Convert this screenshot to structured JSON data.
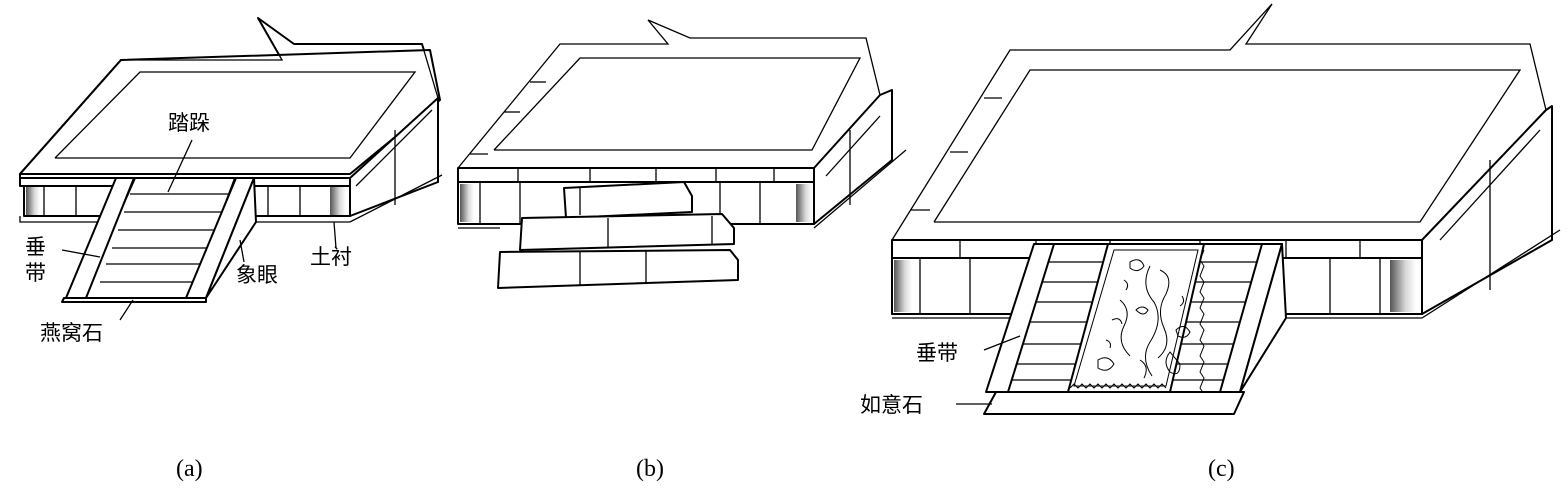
{
  "figure": {
    "panels": [
      {
        "id": "a",
        "caption": "(a)",
        "labels": {
          "tread": "踏跺",
          "side_rail": "垂",
          "side_rail_2": "带",
          "elephant_eye": "象眼",
          "ground_lining": "土衬",
          "swallow_nest_stone": "燕窝石"
        }
      },
      {
        "id": "b",
        "caption": "(b)",
        "labels": {}
      },
      {
        "id": "c",
        "caption": "(c)",
        "labels": {
          "side_rail": "垂带",
          "ruyi_stone": "如意石"
        }
      }
    ]
  }
}
